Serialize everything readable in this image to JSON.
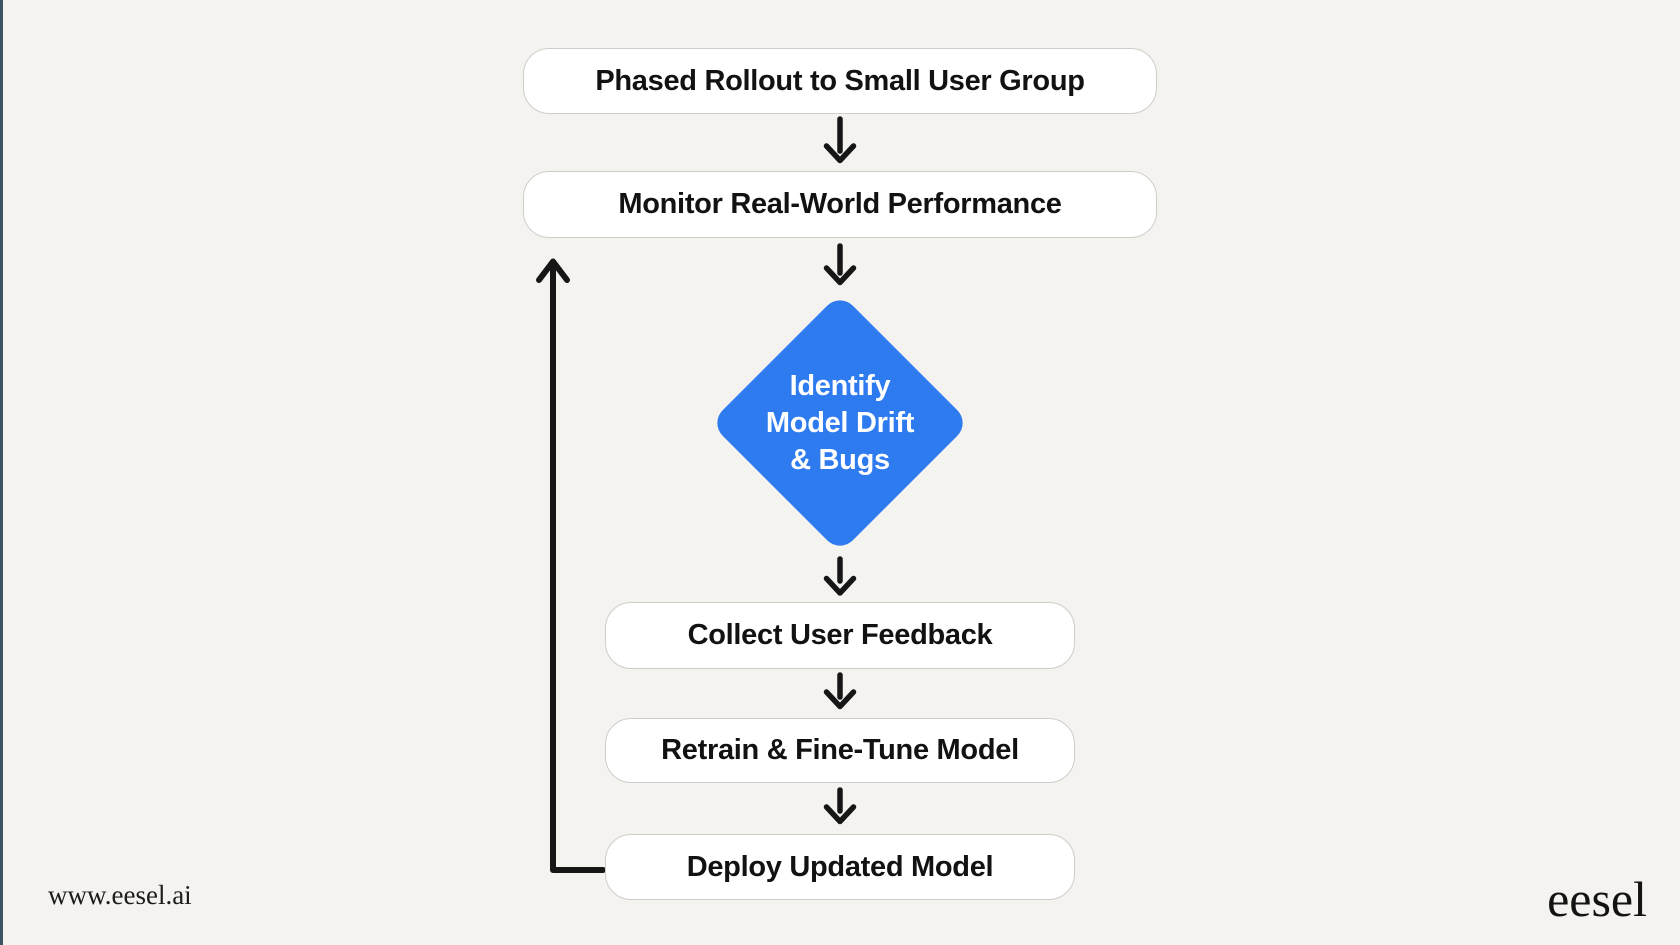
{
  "page": {
    "background": "#f4f3ef",
    "accent_border_color": "#3d5263",
    "arrow_color": "#161616"
  },
  "flowchart": {
    "nodes": [
      {
        "id": "phased-rollout",
        "type": "process",
        "label": "Phased Rollout to Small User Group"
      },
      {
        "id": "monitor-performance",
        "type": "process",
        "label": "Monitor Real-World Performance"
      },
      {
        "id": "identify-model-drift",
        "type": "decision",
        "label": "Identify Model Drift & Bugs",
        "lines": [
          "Identify",
          "Model Drift",
          "& Bugs"
        ],
        "fill_color": "#2e7bf0",
        "text_color": "#ffffff"
      },
      {
        "id": "collect-feedback",
        "type": "process",
        "label": "Collect User Feedback"
      },
      {
        "id": "retrain-finetune",
        "type": "process",
        "label": "Retrain & Fine-Tune Model"
      },
      {
        "id": "deploy-updated-model",
        "type": "process",
        "label": "Deploy Updated Model"
      }
    ],
    "edges": [
      {
        "from": "phased-rollout",
        "to": "monitor-performance",
        "type": "straight-arrow"
      },
      {
        "from": "monitor-performance",
        "to": "identify-model-drift",
        "type": "straight-arrow"
      },
      {
        "from": "identify-model-drift",
        "to": "collect-feedback",
        "type": "straight-arrow"
      },
      {
        "from": "collect-feedback",
        "to": "retrain-finetune",
        "type": "straight-arrow"
      },
      {
        "from": "retrain-finetune",
        "to": "deploy-updated-model",
        "type": "straight-arrow"
      },
      {
        "from": "deploy-updated-model",
        "to": "monitor-performance",
        "type": "feedback-loop-arrow"
      }
    ]
  },
  "footer": {
    "website_url": "www.eesel.ai",
    "brand_name": "eesel"
  }
}
